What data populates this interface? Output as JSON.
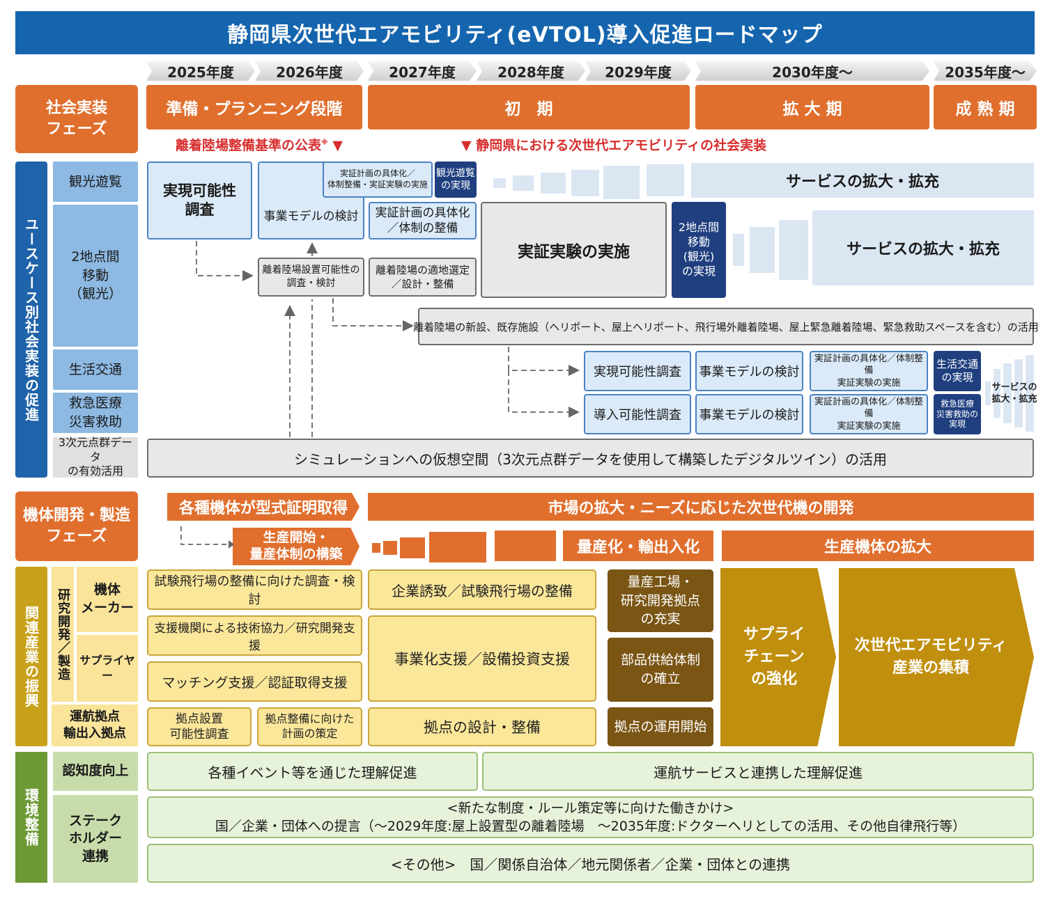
{
  "title": "静岡県次世代エアモビリティ(eVTOL)導入促進ロードマップ",
  "years": [
    "2025年度",
    "2026年度",
    "2027年度",
    "2028年度",
    "2029年度",
    "2030年度〜",
    "2035年度〜"
  ],
  "social_phase": {
    "label": "社会実装\nフェーズ",
    "phases": [
      "準備・プランニング段階",
      "初　期",
      "拡 大 期",
      "成 熟 期"
    ],
    "milestone1": "離着陸場整備基準の公表",
    "milestone1_mark": "※",
    "milestone2": "静岡県における次世代エアモビリティの社会実装",
    "triangle": "▼"
  },
  "usecase": {
    "section_label": "ユースケース別社会実装の促進",
    "categories": [
      "観光遊覧",
      "2地点間\n移動\n（観光）",
      "生活交通",
      "救急医療\n災害救助",
      "3次元点群データ\nの有効活用"
    ],
    "feasibility": "実現可能性\n調査",
    "business_model": "事業モデルの検討",
    "plan_small": "実証計画の具体化／\n体制整備・実証実験の実施",
    "tour_realized": "観光遊覧\nの実現",
    "plan_concrete": "実証計画の具体化\n／体制の整備",
    "demo": "実証実験の実施",
    "p2p_realized": "2地点間\n移動\n(観光)\nの実現",
    "service_expand": "サービスの拡大・拡充",
    "vertiport_survey": "離着陸場設置可能性の\n調査・検討",
    "vertiport_select": "離着陸場の適地選定\n／設計・整備",
    "vertiport_use": "離着陸場の新設、既存施設（ヘリポート、屋上ヘリポート、飛行場外離着陸場、屋上緊急離着陸場、緊急救助スペースを含む）の活用",
    "life_feasibility": "実現可能性調査",
    "intro_feasibility": "導入可能性調査",
    "plan_demo": "実証計画の具体化／体制整備\n実証実験の実施",
    "life_realized": "生活交通\nの実現",
    "emergency_realized": "救急医療\n災害救助の\n実現",
    "service_expand_small": "サービスの\n拡大・拡充",
    "digital_twin": "シミュレーションへの仮想空間（3次元点群データを使用して構築したデジタルツイン）の活用"
  },
  "manufacturing": {
    "label": "機体開発・製造\nフェーズ",
    "type_cert": "各種機体が型式証明取得",
    "next_gen": "市場の拡大・ニーズに応じた次世代機の開発",
    "production_start": "生産開始・\n量産体制の構築",
    "mass_export": "量産化・輸出入化",
    "expand_prod": "生産機体の拡大"
  },
  "industry": {
    "section_label": "関連産業の振興",
    "rd_label": "研究開発／製造",
    "maker": "機体\nメーカー",
    "supplier": "サプライヤー",
    "base_label": "運航拠点\n輸出入拠点",
    "test_field_survey": "試験飛行場の整備に向けた調査・検討",
    "tech_support": "支援機関による技術協力／研究開発支援",
    "matching": "マッチング支援／認証取得支援",
    "base_feasibility": "拠点設置\n可能性調査",
    "base_plan": "拠点整備に向けた\n計画の策定",
    "attract": "企業誘致／試験飛行場の整備",
    "biz_support": "事業化支援／設備投資支援",
    "base_design": "拠点の設計・整備",
    "factory": "量産工場・\n研究開発拠点\nの充実",
    "parts": "部品供給体制\nの確立",
    "base_ops": "拠点の運用開始",
    "supply_chain": "サプライ\nチェーン\nの強化",
    "cluster": "次世代エアモビリティ\n産業の集積"
  },
  "environment": {
    "section_label": "環境整備",
    "awareness": "認知度向上",
    "stakeholder": "ステーク\nホルダー\n連携",
    "events": "各種イベント等を通じた理解促進",
    "service_linked": "運航サービスと連携した理解促進",
    "rules_title": "<新たな制度・ルール策定等に向けた働きかけ>",
    "rules_body": "国／企業・団体への提言（〜2029年度:屋上設置型の離着陸場　〜2035年度:ドクターヘリとしての活用、その他自律飛行等）",
    "others": "<その他>　国／関係自治体／地元関係者／企業・団体との連携"
  },
  "colors": {
    "title_blue": "#1565ae",
    "phase_orange": "#e06f2e",
    "navy": "#1f3f7f",
    "gold": "#c18f0e",
    "brown": "#7a5514",
    "green": "#6d9a35",
    "milestone_red": "#d72d2d"
  }
}
